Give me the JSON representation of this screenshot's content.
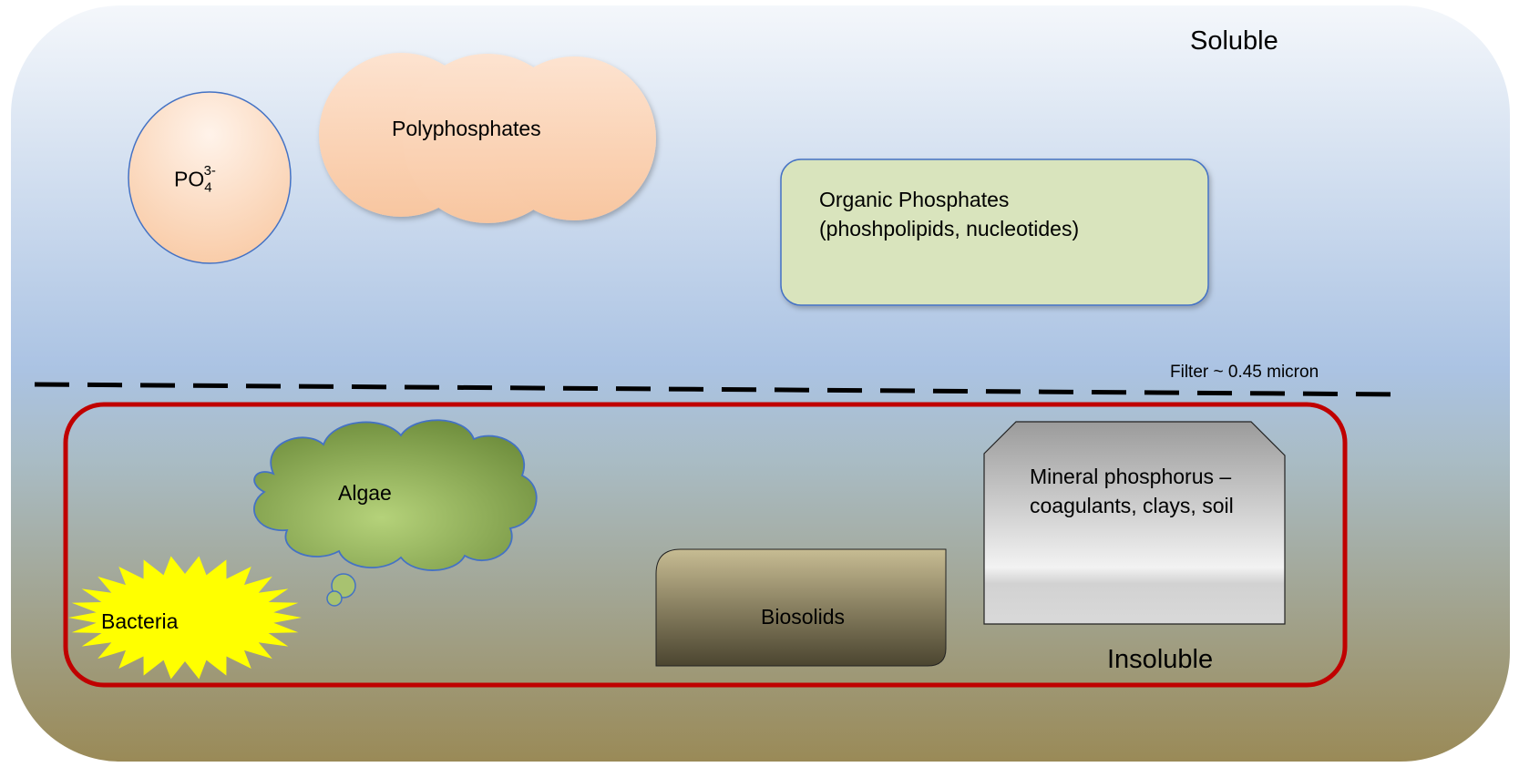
{
  "zones": {
    "soluble_label": "Soluble",
    "insoluble_label": "Insoluble",
    "filter_label": "Filter ~ 0.45 micron"
  },
  "items": {
    "orthophosphate": {
      "base": "PO",
      "subscript": "4",
      "superscript": "3-"
    },
    "polyphosphates": "Polyphosphates",
    "organic_phosphates": {
      "line1": "Organic Phosphates",
      "line2": "(phoshpolipids, nucleotides)"
    },
    "algae": "Algae",
    "bacteria": "Bacteria",
    "biosolids": "Biosolids",
    "mineral_phosphorus": {
      "line1": "Mineral phosphorus –",
      "line2": "coagulants, clays, soil"
    }
  },
  "colors": {
    "soluble_top": "#f4f7fb",
    "soluble_bottom": "#abc3e3",
    "insoluble_bottom": "#9a8a57",
    "phosphate_fill": "#f8c9a3",
    "organic_fill": "#d9e4bd",
    "algae_fill": "#8fae5a",
    "bacteria_fill": "#ffff00",
    "biosolids_top": "#c5b98f",
    "biosolids_bottom": "#4b4530",
    "mineral_fill": "#d9d9d9",
    "insoluble_border": "#c00000",
    "outline_blue": "#4472c4"
  }
}
